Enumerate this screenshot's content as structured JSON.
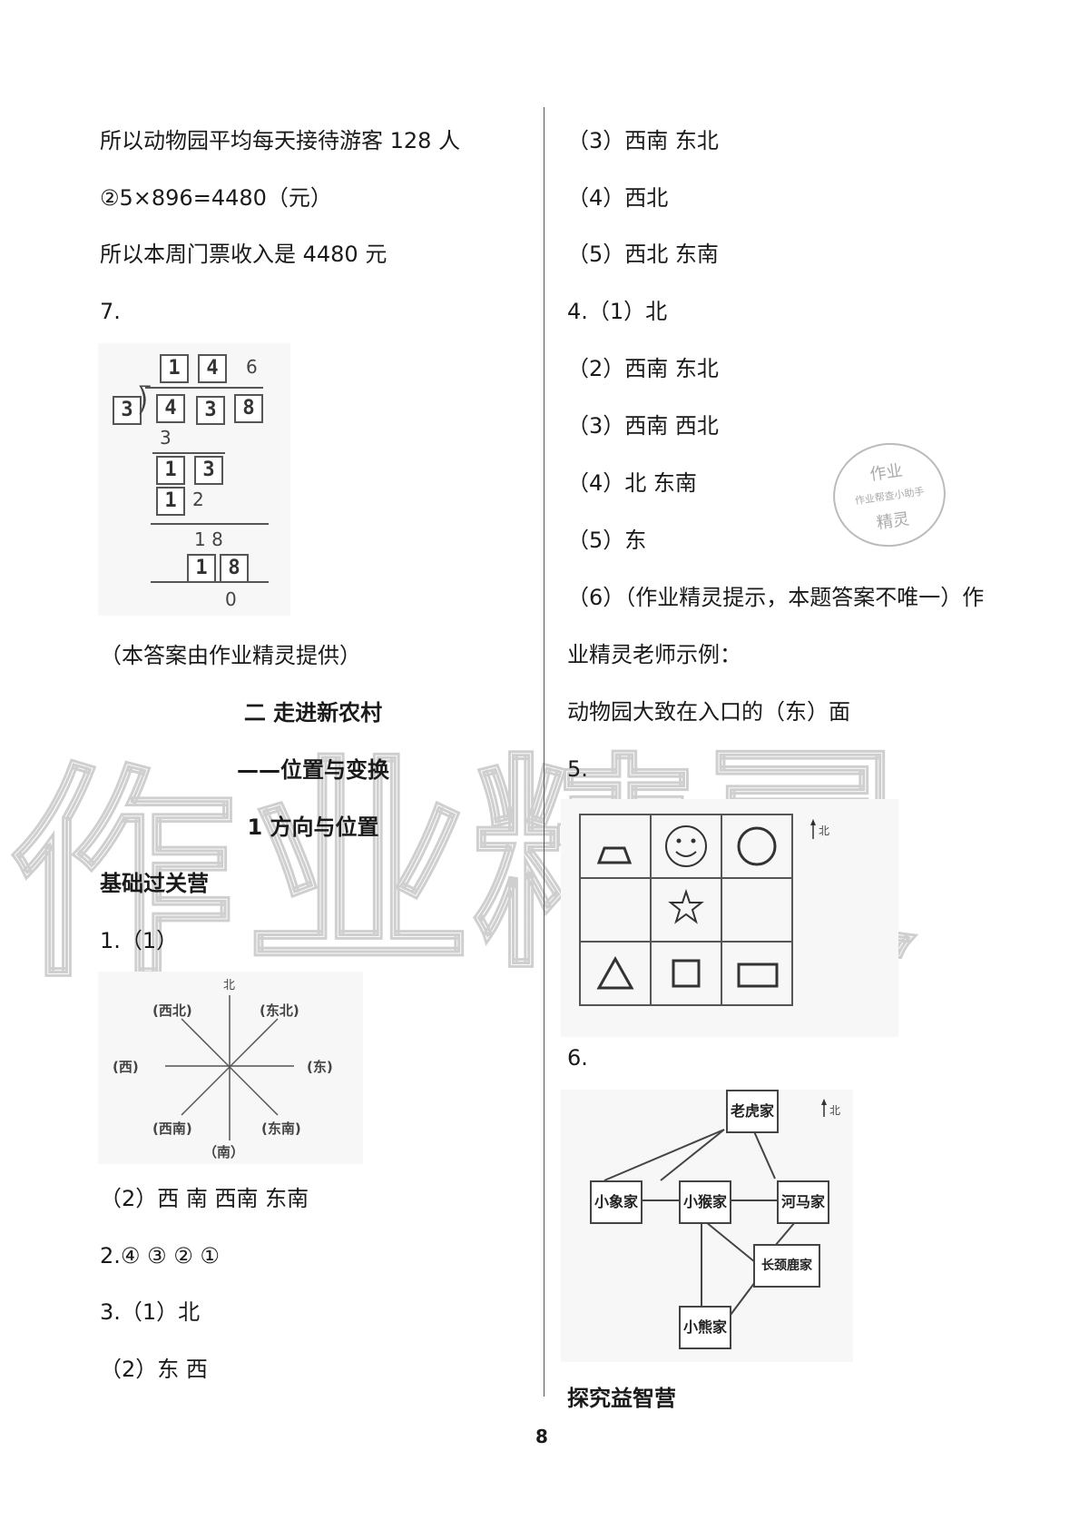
{
  "left": {
    "lines": [
      "所以动物园平均每天接待游客 128 人",
      "②5×896=4480（元）",
      "所以本周门票收入是 4480 元",
      "7.",
      "（本答案由作业精灵提供）"
    ],
    "division": {
      "q1": "1",
      "q2": "4",
      "q3": "6",
      "divisor": "3",
      "d1": "4",
      "d2": "3",
      "d3": "8",
      "s1": "3",
      "r1a": "1",
      "r1b": "3",
      "s2a": "1",
      "s2b": "2",
      "r2": "1 8",
      "s3a": "1",
      "s3b": "8",
      "rem": "0"
    },
    "section_title": "二  走进新农村",
    "section_subtitle": "——位置与变换",
    "unit_title": "1  方向与位置",
    "camp": "基础过关营",
    "q1_1": "1.（1）",
    "compass": {
      "n": "北",
      "ne": "(东北)",
      "nw": "(西北)",
      "w": "(西)",
      "e": "(东)",
      "sw": "(西南)",
      "se": "(东南)",
      "s": "（南）"
    },
    "q1_2": "（2）西    南    西南    东南",
    "q2": "2.④    ③    ②    ①",
    "q3_1": "3.（1）北",
    "q3_2": "（2）东    西"
  },
  "right": {
    "lines": [
      "（3）西南    东北",
      "（4）西北",
      "（5）西北    东南",
      "4.（1）北",
      "（2）西南    东北",
      "（3）西南    西北",
      "（4）北    东南",
      "（5）东",
      "（6）（作业精灵提示，本题答案不唯一）作",
      "业精灵老师示例：",
      "动物园大致在入口的（东）面",
      "5.",
      "6."
    ],
    "grid_north": "北",
    "map": {
      "north": "北",
      "tiger": "老虎家",
      "elephant": "小象家",
      "monkey": "小猴家",
      "hippo": "河马家",
      "giraffe": "长颈鹿家",
      "bear": "小熊家"
    },
    "camp2": "探究益智营"
  },
  "stamp": {
    "top": "作业",
    "mid": "作业帮查小助手",
    "bottom": "精灵"
  },
  "watermark": [
    "作",
    "业",
    "精",
    "灵"
  ],
  "page_number": "8"
}
